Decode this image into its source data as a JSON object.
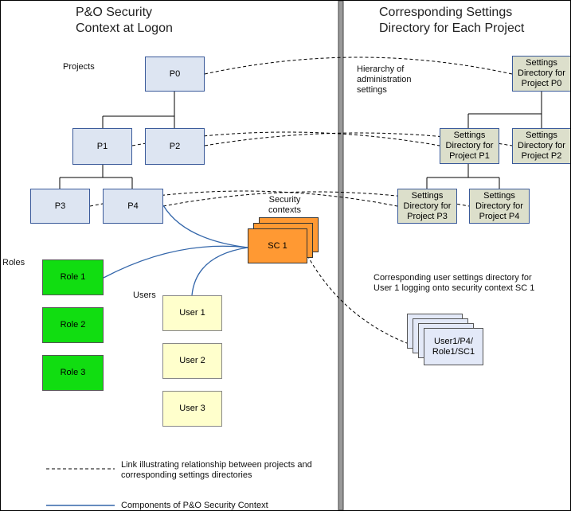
{
  "left_heading": "P&O Security\nContext at Logon",
  "right_heading": "Corresponding Settings\nDirectory for Each Project",
  "labels": {
    "projects": "Projects",
    "roles": "Roles",
    "users": "Users",
    "security_contexts": "Security\ncontexts",
    "hierarchy": "Hierarchy of\nadministration\nsettings",
    "user_settings_note": "Corresponding user settings directory for\nUser 1 logging onto security context SC 1"
  },
  "projects": [
    "P0",
    "P1",
    "P2",
    "P3",
    "P4"
  ],
  "settings_dirs": [
    "Settings\nDirectory for\nProject P0",
    "Settings\nDirectory for\nProject P1",
    "Settings\nDirectory for\nProject P2",
    "Settings\nDirectory for\nProject P3",
    "Settings\nDirectory for\nProject P4"
  ],
  "roles": [
    "Role 1",
    "Role 2",
    "Role 3"
  ],
  "users": [
    "User 1",
    "User 2",
    "User 3"
  ],
  "security_context": "SC 1",
  "user_dir": "User1/P4/\nRole1/SC1",
  "legend": {
    "dashed": "Link illustrating relationship between projects and\ncorresponding settings directories",
    "solid": "Components of P&O Security Context"
  },
  "colors": {
    "project_fill": "#dde5f2",
    "settings_fill": "#dcdfcb",
    "role_fill": "#11dd11",
    "user_fill": "#ffffcc",
    "sc_fill": "#ff9933",
    "solid_link": "#3366aa"
  }
}
